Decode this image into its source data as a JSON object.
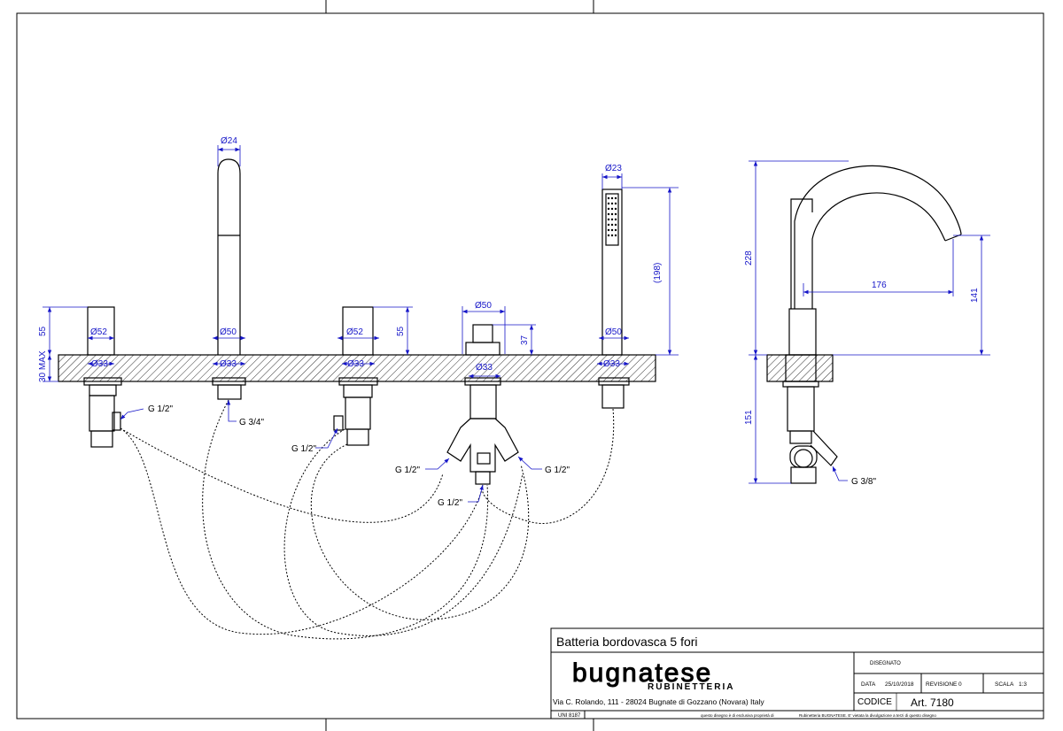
{
  "dims": {
    "d24": "Ø24",
    "d52a": "Ø52",
    "d50a": "Ø50",
    "d52b": "Ø52",
    "d50top": "Ø50",
    "d50c": "Ø50",
    "d23": "Ø23",
    "d33a": "Ø33",
    "d33b": "Ø33",
    "d33c": "Ø33",
    "d33d": "Ø33",
    "d33e": "Ø33",
    "h55a": "55",
    "h55b": "55",
    "h37": "37",
    "h198": "(198)",
    "max30": "30 MAX",
    "h228": "228",
    "w176": "176",
    "h141": "141",
    "h151": "151"
  },
  "threads": {
    "g12_a": "G 1/2\"",
    "g34": "G 3/4\"",
    "g12_b": "G 1/2\"",
    "g12_c": "G 1/2\"",
    "g12_d": "G 1/2\"",
    "g12_e": "G 1/2\"",
    "g38": "G 3/8\""
  },
  "title_block": {
    "title": "Batteria bordovasca 5 fori",
    "brand": "bugnatese",
    "brand_sub": "RUBINETTERIA",
    "address": "Via C. Rolando, 111 - 28024 Bugnate di Gozzano (Novara) Italy",
    "disegnato_label": "DISEGNATO",
    "data_label": "DATA",
    "data_value": "25/10/2018",
    "revisione_label": "REVISIONE",
    "revisione_value": "0",
    "scala_label": "SCALA",
    "scala_value": "1:3",
    "codice_label": "CODICE",
    "codice_value": "Art. 7180",
    "uni": "UNI 8187",
    "footer_note_1": "questo disegno è di esclusiva proprietà di",
    "footer_note_2": "Rubinetteria BUGNATESE. E' vietata la divulgazione a terzi di questo disegno"
  },
  "colors": {
    "dimension": "#1515c8",
    "line": "#000000"
  }
}
